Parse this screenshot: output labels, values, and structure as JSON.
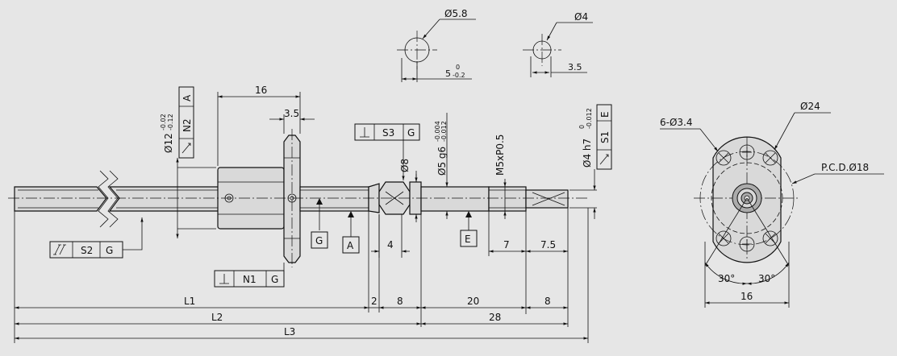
{
  "colors": {
    "background": "#e6e6e6",
    "line": "#111111",
    "part_fill": "#d9d9d9",
    "shade": "#ababab"
  },
  "hole_large": {
    "diameter": "Ø5.8",
    "offset": "5",
    "tol_upper": "0",
    "tol_lower": "-0.2"
  },
  "hole_small": {
    "diameter": "Ø4",
    "offset": "3.5"
  },
  "flange": {
    "width": "16",
    "thickness": "3.5"
  },
  "shaft": {
    "diameter": "Ø12",
    "tol_upper": "-0.02",
    "tol_lower": "-0.12",
    "fcf_runout": {
      "symbol_name": "runout-icon",
      "tol": "N2",
      "datum": "A"
    }
  },
  "fcf_perp_s3": {
    "symbol_name": "perpendicularity-icon",
    "tol": "S3",
    "datum": "G"
  },
  "fcf_perp_n1": {
    "symbol_name": "perpendicularity-icon",
    "tol": "N1",
    "datum": "G"
  },
  "fcf_total_runout_s2": {
    "symbol_name": "total-runout-icon",
    "tol": "S2",
    "datum": "G"
  },
  "datums": {
    "g": "G",
    "a": "A",
    "e": "E",
    "e_top": "E"
  },
  "journal_8": {
    "diameter": "Ø8",
    "length": "4"
  },
  "journal_g6": {
    "diameter": "Ø5 g6",
    "tol_upper": "-0.004",
    "tol_lower": "-0.012"
  },
  "thread": {
    "label": "M5xP0.5",
    "length": "7"
  },
  "journal_h7": {
    "diameter": "Ø4 h7",
    "tol_upper": "0",
    "tol_lower": "-0.012",
    "length": "7.5",
    "fcf_runout": {
      "tol": "S1",
      "datum": "E"
    }
  },
  "dims": {
    "L1": "L1",
    "L2": "L2",
    "L3": "L3",
    "d2": "2",
    "d8a": "8",
    "d20": "20",
    "d8b": "8",
    "d28": "28"
  },
  "end_view": {
    "holes": "6-Ø3.4",
    "outer": "Ø24",
    "pcd": "P.C.D.Ø18",
    "angle_left": "30°",
    "angle_right": "30°",
    "width": "16"
  }
}
